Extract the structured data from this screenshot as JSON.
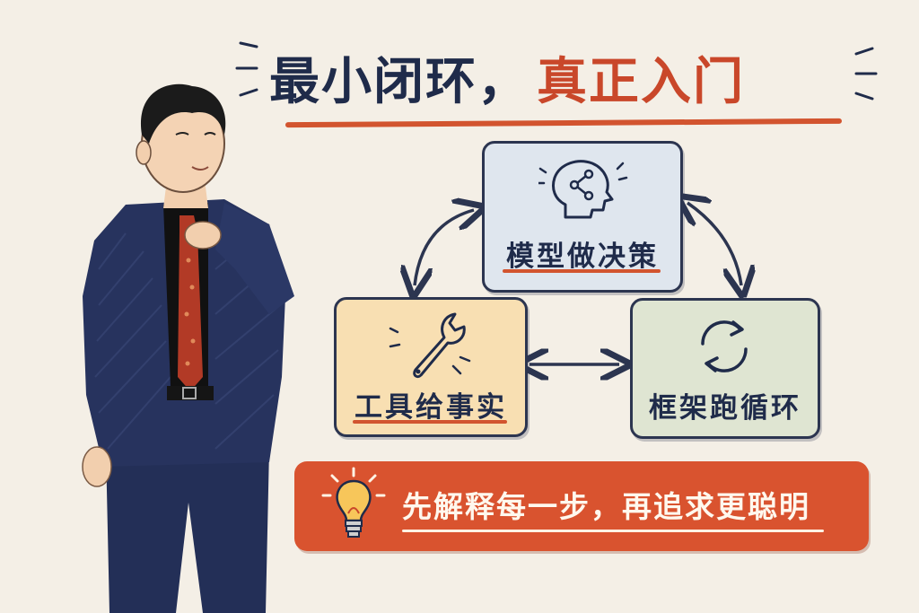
{
  "title": {
    "part1": "最小闭环，",
    "part2": "真正入门"
  },
  "nodes": {
    "model": {
      "label": "模型做决策",
      "icon": "brain-network-icon"
    },
    "tool": {
      "label": "工具给事实",
      "icon": "wrench-icon"
    },
    "frame": {
      "label": "框架跑循环",
      "icon": "refresh-cycle-icon"
    }
  },
  "banner": {
    "text": "先解释每一步，再追求更聪明",
    "icon": "lightbulb-icon"
  },
  "colors": {
    "navy": "#1f2b4a",
    "accent": "#d2542f",
    "background": "#f4efe6",
    "model_card": "#dfe6ee",
    "tool_card": "#f8dfb2",
    "frame_card": "#dfe5d2",
    "banner": "#d9532f"
  }
}
